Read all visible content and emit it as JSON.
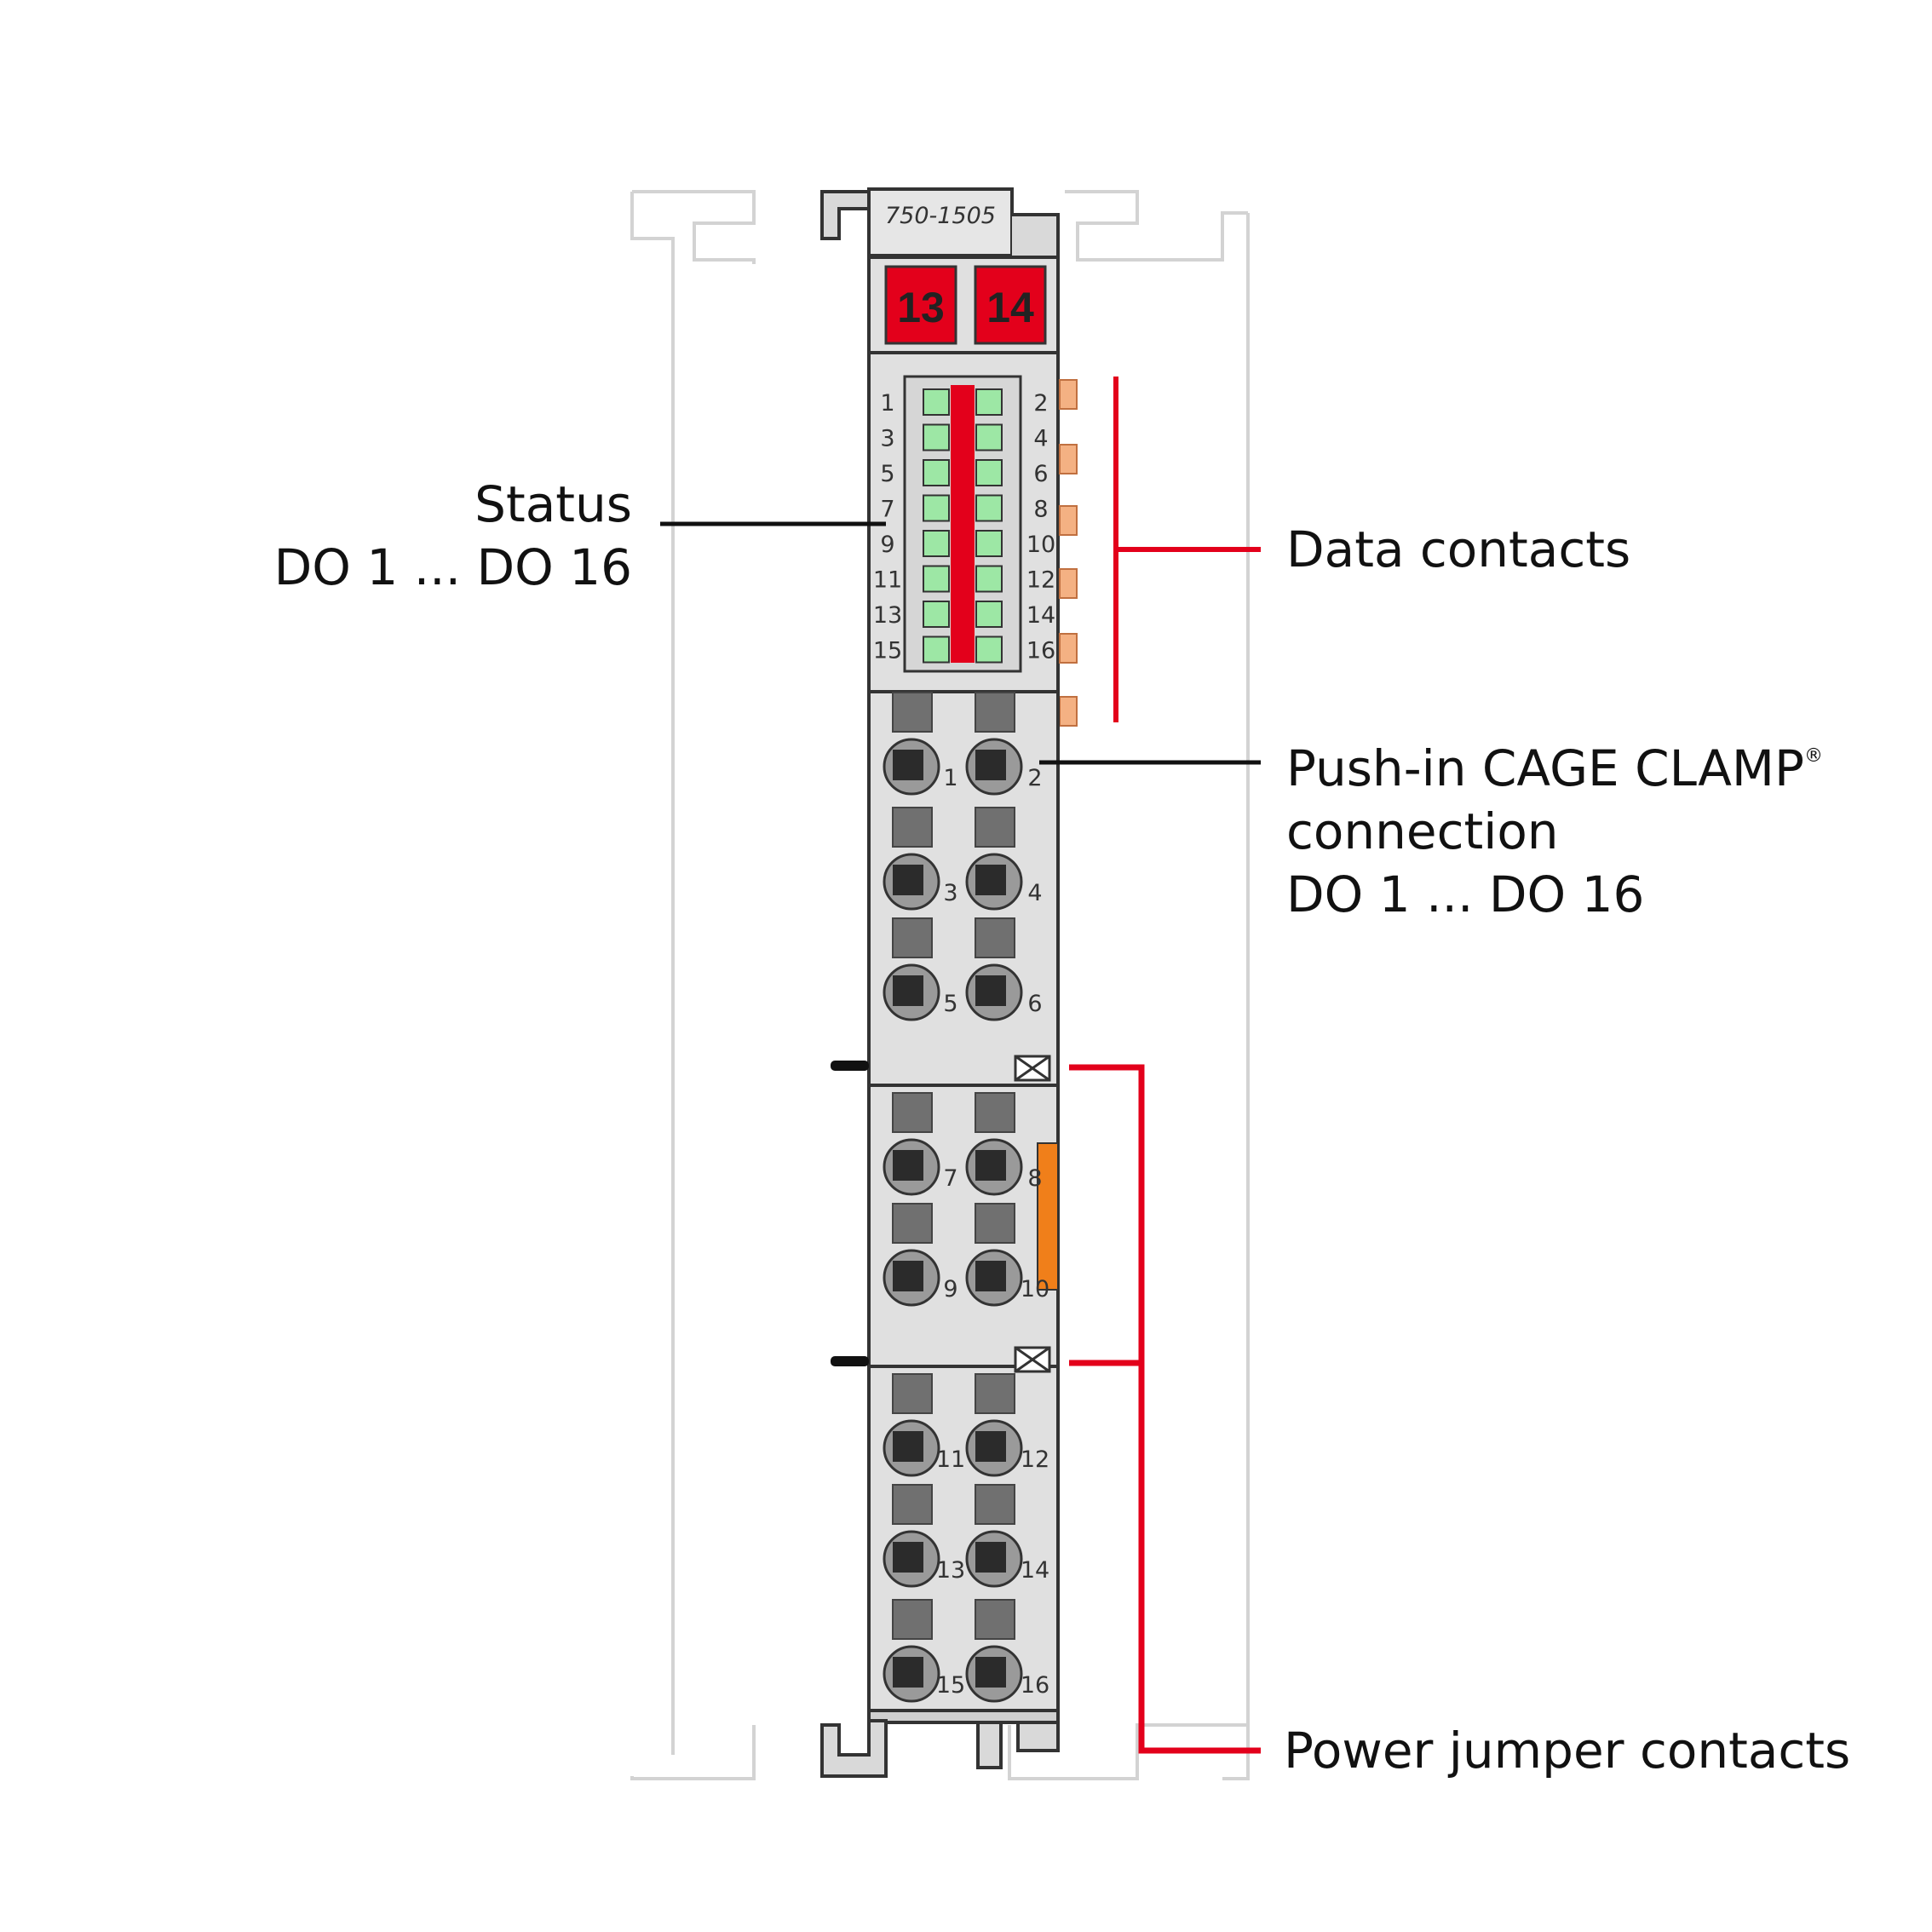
{
  "module": {
    "part_number": "750-1505",
    "marker_left": "13",
    "marker_right": "14",
    "led_labels_left": [
      "1",
      "3",
      "5",
      "7",
      "9",
      "11",
      "13",
      "15"
    ],
    "led_labels_right": [
      "2",
      "4",
      "6",
      "8",
      "10",
      "12",
      "14",
      "16"
    ],
    "terminal_labels": [
      [
        "1",
        "2"
      ],
      [
        "3",
        "4"
      ],
      [
        "5",
        "6"
      ],
      [
        "7",
        "8"
      ],
      [
        "9",
        "10"
      ],
      [
        "11",
        "12"
      ],
      [
        "13",
        "14"
      ],
      [
        "15",
        "16"
      ]
    ]
  },
  "callouts": {
    "status_line1": "Status",
    "status_line2": "DO 1 ... DO 16",
    "data_contacts": "Data contacts",
    "pushin_line1": "Push-in CAGE CLAMP",
    "pushin_reg": "®",
    "pushin_line2": "connection",
    "pushin_line3": "DO 1 ... DO 16",
    "power_jumper": "Power jumper contacts"
  },
  "colors": {
    "housing": "#e0e0e0",
    "outline": "#333333",
    "marker_red": "#e3001b",
    "led_green": "#9de7a5",
    "led_strip_red": "#e3001b",
    "data_contact": "#f4b183",
    "power_jumper": "#f07f1a",
    "callout_red": "#e3001b",
    "terminal_gray": "#707070",
    "neighbor_outline": "#d3d3d3"
  }
}
